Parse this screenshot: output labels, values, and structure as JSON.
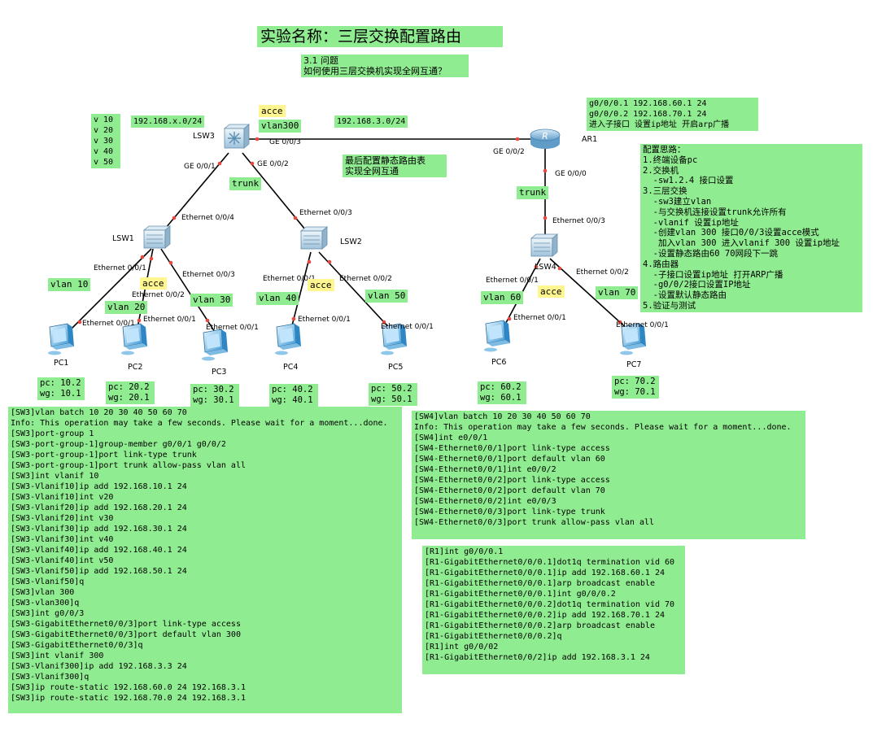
{
  "title": "实验名称：三层交换配置路由",
  "question": "3.1 问题\n如何使用三层交换机实现全网互通？",
  "vlan_list": "v 10\nv 20\nv 30\nv 40\nv 50",
  "subnet_x": "192.168.x.0/24",
  "subnet_3": "192.168.3.0/24",
  "lsw3_acce": "acce",
  "lsw3_vlan300": "vlan300",
  "static_route_note": "最后配置静态路由表\n实现全网互通",
  "ar1_note": "g0/0/0.1 192.168.60.1 24\ng0/0/0.2 192.168.70.1 24\n进入子接口 设置ip地址 开启arp广播",
  "config_ideas": "配置思路：\n1.终端设备pc\n2.交换机\n  -sw1.2.4 接口设置\n3.三层交换\n  -sw3建立vlan\n  -与交换机连接设置trunk允许所有\n  -vlanif 设置ip地址\n  -创建vlan 300 接口0/0/3设置acce模式\n   加入vlan 300 进入vlanif 300 设置ip地址\n  -设置静态路由60 70网段下一跳\n4.路由器\n  -子接口设置ip地址 打开ARP广播\n  -g0/0/2接口设置IP地址\n  -设置默认静态路由\n5.验证与测试",
  "devices": {
    "lsw3": "LSW3",
    "lsw1": "LSW1",
    "lsw2": "LSW2",
    "lsw4": "LSW4",
    "ar1": "AR1",
    "pc1": "PC1",
    "pc2": "PC2",
    "pc3": "PC3",
    "pc4": "PC4",
    "pc5": "PC5",
    "pc6": "PC6",
    "pc7": "PC7"
  },
  "ports": {
    "lsw3_g003": "GE 0/0/3",
    "lsw3_g001": "GE 0/0/1",
    "lsw3_g002": "GE 0/0/2",
    "ar1_g002": "GE 0/0/2",
    "ar1_g000": "GE 0/0/0",
    "lsw1_e004": "Ethernet 0/0/4",
    "lsw2_e003": "Ethernet 0/0/3",
    "lsw4_e003": "Ethernet 0/0/3",
    "lsw1_e001": "Ethernet 0/0/1",
    "lsw1_e002": "Ethernet 0/0/2",
    "lsw1_e003": "Ethernet 0/0/3",
    "lsw2_e001": "Ethernet 0/0/1",
    "lsw2_e002": "Ethernet 0/0/2",
    "lsw4_e001": "Ethernet 0/0/1",
    "lsw4_e002": "Ethernet 0/0/2",
    "pc1_e": "Ethernet 0/0/1",
    "pc2_e": "Ethernet 0/0/1",
    "pc3_e": "Ethernet 0/0/1",
    "pc4_e": "Ethernet 0/0/1",
    "pc5_e": "Ethernet 0/0/1",
    "pc6_e": "Ethernet 0/0/1",
    "pc7_e": "Ethernet 0/0/1"
  },
  "trunk_labels": {
    "left": "trunk",
    "right": "trunk"
  },
  "vlan_tags": {
    "v10": "vlan 10",
    "v20": "vlan 20",
    "v30": "vlan 30",
    "v40": "vlan 40",
    "v50": "vlan 50",
    "v60": "vlan 60",
    "v70": "vlan 70"
  },
  "acce_tags": {
    "lsw1": "acce",
    "lsw2": "acce",
    "lsw4": "acce"
  },
  "pc_info": {
    "pc1": "pc: 10.2\nwg: 10.1",
    "pc2": "pc: 20.2\nwg: 20.1",
    "pc3": "pc: 30.2\nwg: 30.1",
    "pc4": "pc: 40.2\nwg: 40.1",
    "pc5": "pc: 50.2\nwg: 50.1",
    "pc6": "pc: 60.2\nwg: 60.1",
    "pc7": "pc: 70.2\nwg: 70.1"
  },
  "sw3_commands": "[SW3]vlan batch 10 20 30 40 50 60 70\nInfo: This operation may take a few seconds. Please wait for a moment...done.\n[SW3]port-group 1\n[SW3-port-group-1]group-member g0/0/1 g0/0/2\n[SW3-port-group-1]port link-type trunk\n[SW3-port-group-1]port trunk allow-pass vlan all\n[SW3]int vlanif 10\n[SW3-Vlanif10]ip add 192.168.10.1 24\n[SW3-Vlanif10]int v20\n[SW3-Vlanif20]ip add 192.168.20.1 24\n[SW3-Vlanif20]int v30\n[SW3-Vlanif30]ip add 192.168.30.1 24\n[SW3-Vlanif30]int v40\n[SW3-Vlanif40]ip add 192.168.40.1 24\n[SW3-Vlanif40]int v50\n[SW3-Vlanif50]ip add 192.168.50.1 24\n[SW3-Vlanif50]q\n[SW3]vlan 300\n[SW3-vlan300]q\n[SW3]int g0/0/3\n[SW3-GigabitEthernet0/0/3]port link-type access\n[SW3-GigabitEthernet0/0/3]port default vlan 300\n[SW3-GigabitEthernet0/0/3]q\n[SW3]int vlanif 300\n[SW3-Vlanif300]ip add 192.168.3.3 24\n[SW3-Vlanif300]q\n[SW3]ip route-static 192.168.60.0 24 192.168.3.1\n[SW3]ip route-static 192.168.70.0 24 192.168.3.1",
  "sw4_commands": "[SW4]vlan batch 10 20 30 40 50 60 70\nInfo: This operation may take a few seconds. Please wait for a moment...done.\n[SW4]int e0/0/1\n[SW4-Ethernet0/0/1]port link-type access\n[SW4-Ethernet0/0/1]port default vlan 60\n[SW4-Ethernet0/0/1]int e0/0/2\n[SW4-Ethernet0/0/2]port link-type access\n[SW4-Ethernet0/0/2]port default vlan 70\n[SW4-Ethernet0/0/2]int e0/0/3\n[SW4-Ethernet0/0/3]port link-type trunk\n[SW4-Ethernet0/0/3]port trunk allow-pass vlan all",
  "r1_commands": "[R1]int g0/0/0.1\n[R1-GigabitEthernet0/0/0.1]dot1q termination vid 60\n[R1-GigabitEthernet0/0/0.1]ip add 192.168.60.1 24\n[R1-GigabitEthernet0/0/0.1]arp broadcast enable\n[R1-GigabitEthernet0/0/0.1]int g0/0/0.2\n[R1-GigabitEthernet0/0/0.2]dot1q termination vid 70\n[R1-GigabitEthernet0/0/0.2]ip add 192.168.70.1 24\n[R1-GigabitEthernet0/0/0.2]arp broadcast enable\n[R1-GigabitEthernet0/0/0.2]q\n[R1]int g0/0/02\n[R1-GigabitEthernet0/0/2]ip add 192.168.3.1 24"
}
